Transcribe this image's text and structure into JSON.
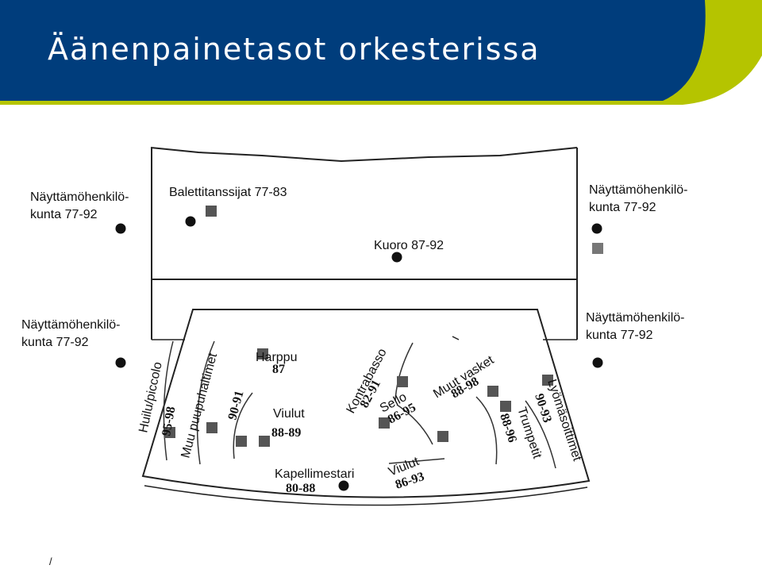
{
  "slide": {
    "title": "Äänenpainetasot orkesterissa",
    "footer": "/"
  },
  "colors": {
    "header_blue": "#003d7c",
    "accent_green": "#b5c400",
    "marker": "#111111",
    "square": "#555555"
  },
  "diagram": {
    "stage_left_top": {
      "line1": "Näyttämöhenkilö-",
      "line2": "kunta 77-92"
    },
    "stage_right_top": {
      "line1": "Näyttämöhenkilö-",
      "line2": "kunta 77-92"
    },
    "pit_left": {
      "line1": "Näyttämöhenkilö-",
      "line2": "kunta 77-92"
    },
    "pit_right": {
      "line1": "Näyttämöhenkilö-",
      "line2": "kunta 77-92"
    },
    "ballet": "Balettitanssijat 77-83",
    "choir": "Kuoro 87-92",
    "harp": {
      "name": "Harppu",
      "value": "87"
    },
    "flute": {
      "name": "Huilu/piccolo",
      "value": "95-98"
    },
    "woodwind": {
      "name": "Muu puupuhaltimet",
      "value": "90-91"
    },
    "violins1": {
      "name": "Viulut",
      "value": "88-89"
    },
    "conductor": {
      "name": "Kapellimestari",
      "value": "80-88"
    },
    "contrabass": {
      "name": "Kontrabasso",
      "value": "82-91"
    },
    "cello": {
      "name": "Sello",
      "value": "86-95"
    },
    "violins2": {
      "name": "Viulut",
      "value": "86-93"
    },
    "brass": {
      "name": "Muut vasket",
      "value": "88-98"
    },
    "trumpets": {
      "name": "Trumpetit",
      "value": "88-96"
    },
    "percussion": {
      "name": "Lyömäsoittimet",
      "value": "90-93"
    }
  }
}
